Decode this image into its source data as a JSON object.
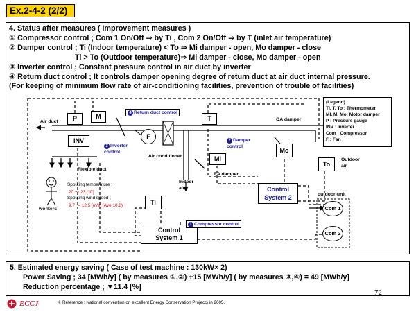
{
  "header": {
    "title": "Ex.2-4-2 (2/2)"
  },
  "section4": {
    "heading": "4. Status after measures ( Improvement measures )",
    "lines": [
      "① Compressor control ; Com 1 On/Off ⇒ by Ti , Com 2 On/Off ⇒ by T (inlet air temperature)",
      "② Damper control ; Ti (Indoor temperature) < To    ⇒ Mi damper - open,  Mo damper - close",
      "Ti > To (Outdoor temperature)⇒ Mi damper - close, Mo damper - open",
      "③ Inverter control ; Constant pressure control in air duct by inverter",
      "④ Return duct control ; It controls damper opening degree of return duct at air duct internal pressure.",
      " (For keeping of minimum flow rate of air-conditioning facilities, prevention of trouble of facilities)"
    ]
  },
  "diagram": {
    "legend": {
      "title": "(Legend)",
      "items": [
        "TI, T, To : Thermometer",
        "MI, M, Mo: Motor damper",
        "P : Pressure  gauge",
        "INV : Inverter",
        "Com : Compressor",
        "F : Fan"
      ]
    },
    "boxes": {
      "p": "P",
      "m": "M",
      "inv": "INV",
      "t": "T",
      "mi": "Mi",
      "mo": "Mo",
      "to": "To",
      "ti": "Ti",
      "f": "F",
      "com1": "Com 1",
      "com2": "Com 2",
      "cs1": "Control\nSystem 1",
      "cs2": "Control\nSystem 2"
    },
    "labels": {
      "air_duct": "Air duct",
      "flexible_duct": "Flexible duct",
      "air_conditioner": "Air conditioner",
      "indoor_air": "Indoor\nair",
      "ra_damper": "RA damper",
      "oa_damper": "OA damper",
      "outdoor_air": "Outdoor\nair",
      "outdoor_unit": "outdoor-unit",
      "workers": "workers",
      "spouting_temp_label": "Spouting temperature   ;",
      "spouting_temp_value": "20 ～ 23 [℃]",
      "spouting_speed_label": "Spouting wind speed     ;",
      "spouting_speed_value": "9.7 ～ 12.5  [m/s]  (Ave.10.8)"
    },
    "notes": {
      "return_duct": {
        "num": "4",
        "text": "Return duct control"
      },
      "inverter": {
        "num": "3",
        "text": "Inverter\ncontrol"
      },
      "damper": {
        "num": "2",
        "text": "Damper\ncontrol"
      },
      "compressor": {
        "num": "1",
        "text": "Compressor  control"
      }
    }
  },
  "section5": {
    "heading": "5. Estimated energy saving ( Case of test machine : 130kW× 2)",
    "power_saving": "Power Saving ;  34 [MWh/y] ( by measures ①,②)  +15 [MWh/y] ( by measures ③,④) = 49 [MWh/y]",
    "reduction": "Reduction percentage ; ▼11.4 [%]"
  },
  "footer": {
    "logo_text": "ECCJ",
    "reference": "＊ Reference : National  convention  on  excellent  Energy Conservation   Projects  in 2005.",
    "page_number": "72"
  },
  "colors": {
    "title_bg": "#ffd400",
    "note_text": "#1a1a99",
    "red_text": "#d40000"
  }
}
